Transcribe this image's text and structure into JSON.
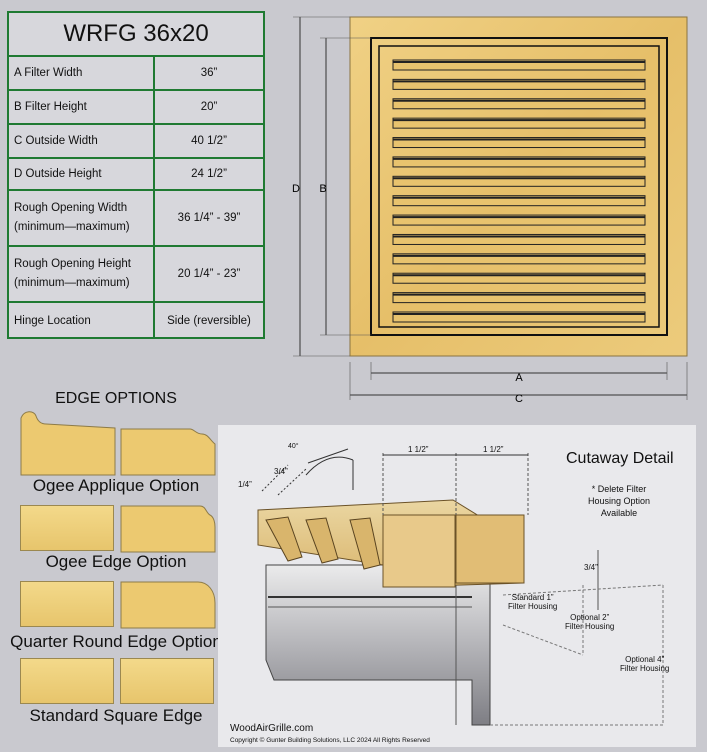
{
  "spec_table": {
    "title": "WRFG 36x20",
    "rows": [
      {
        "label": "A  Filter Width",
        "value": "36”"
      },
      {
        "label": "B  Filter Height",
        "value": "20”"
      },
      {
        "label": "C   Outside Width",
        "value": "40 1/2”"
      },
      {
        "label": "D  Outside Height",
        "value": "24 1/2”"
      },
      {
        "label": "Rough Opening Width\n(minimum—maximum)",
        "value": "36 1/4” - 39”"
      },
      {
        "label": "Rough Opening Height\n(minimum—maximum)",
        "value": "20 1/4” - 23”"
      },
      {
        "label": "Hinge Location",
        "value": "Side (reversible)"
      }
    ]
  },
  "grille": {
    "labels": {
      "A": "A",
      "B": "B",
      "C": "C",
      "D": "D"
    },
    "louver_count": 14,
    "wood_color": "#e8c36e"
  },
  "edge_options": {
    "title": "EDGE OPTIONS",
    "options": [
      {
        "caption": "Ogee Applique Option"
      },
      {
        "caption": "Ogee Edge Option"
      },
      {
        "caption": "Quarter Round Edge Option"
      },
      {
        "caption": "Standard Square Edge"
      }
    ]
  },
  "cutaway": {
    "title": "Cutaway Detail",
    "note": "* Delete Filter\nHousing Option\nAvailable",
    "dims": {
      "angle": "40°",
      "three_quarter_top": "3/4”",
      "quarter": "1/4”",
      "one_half_a": "1 1/2”",
      "one_half_b": "1 1/2”",
      "three_quarter_side": "3/4”"
    },
    "housings": [
      "Standard 1”\nFilter Housing",
      "Optional 2”\nFilter Housing",
      "Optional 4”\nFilter Housing"
    ],
    "site": "WoodAirGrille.com",
    "copyright": "Copyright  ©  Gunter Building Solutions, LLC 2024 All Rights Reserved"
  }
}
